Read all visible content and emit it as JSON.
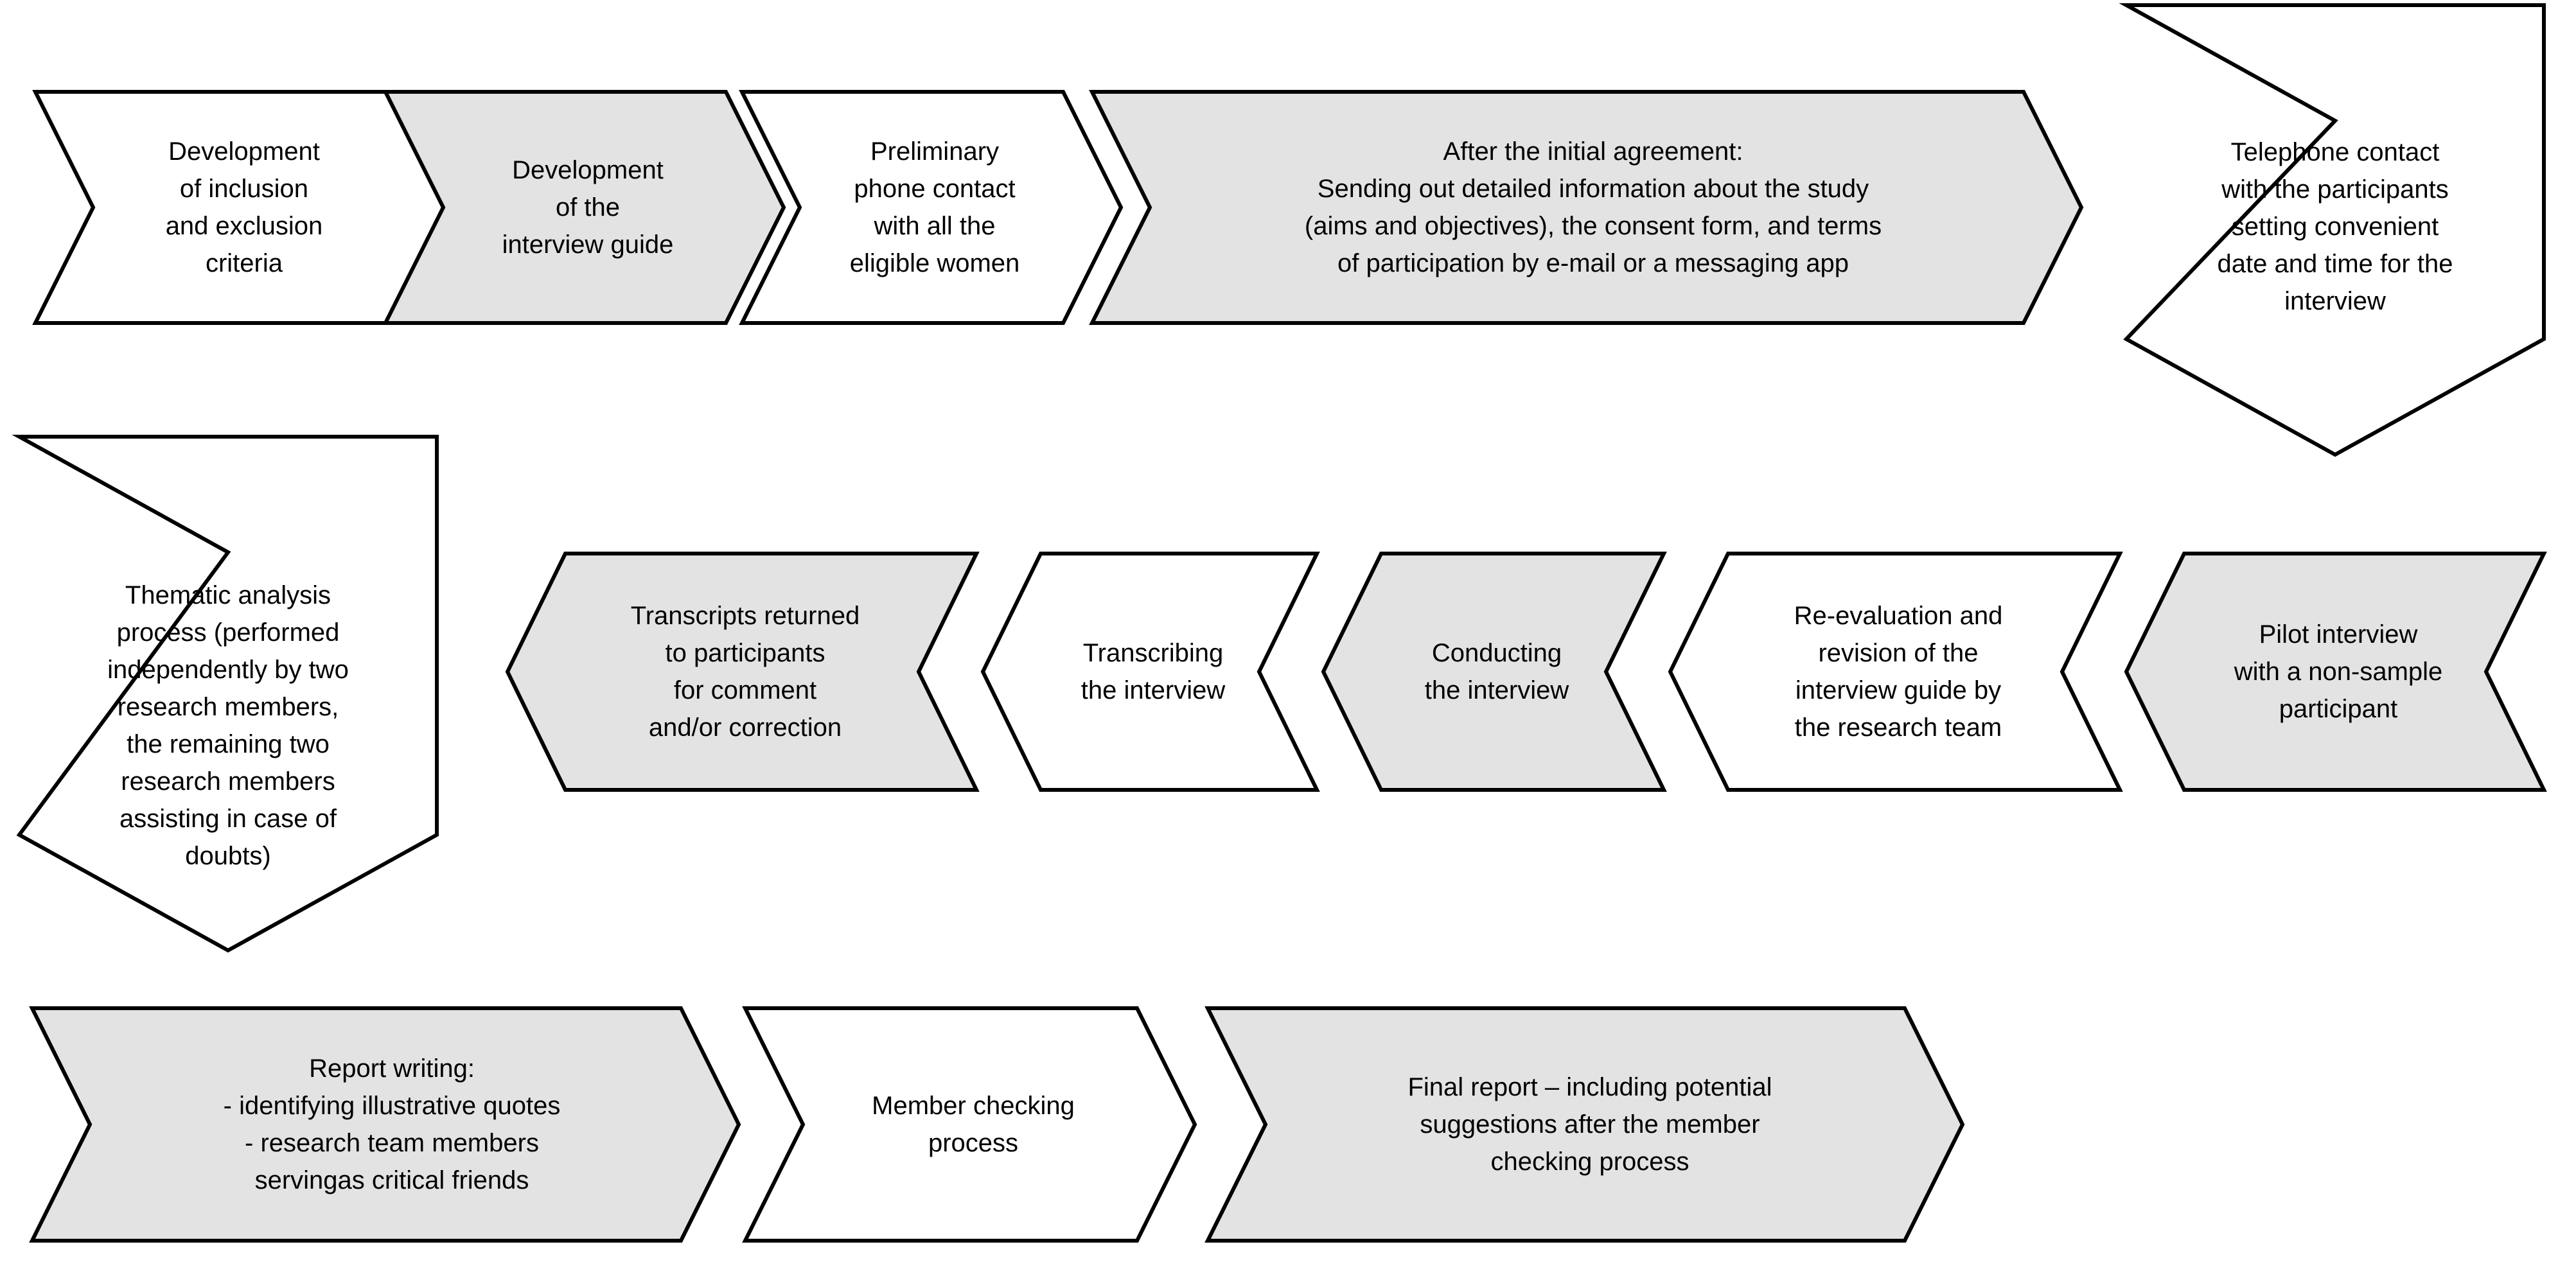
{
  "diagram": {
    "title": "Qualitative research process flowchart",
    "type": "process-flow-chevrons",
    "colors": {
      "fill_shaded": "#e3e3e3",
      "fill_plain": "#ffffff",
      "stroke": "#000000",
      "text": "#000000"
    },
    "rows": [
      {
        "id": "row-1",
        "direction": "left-to-right",
        "steps": [
          {
            "id": "step-1",
            "shade": "plain",
            "text": "Development\nof inclusion\nand exclusion\ncriteria"
          },
          {
            "id": "step-2",
            "shade": "shaded",
            "text": "Development\nof the\ninterview guide"
          },
          {
            "id": "step-3",
            "shade": "plain",
            "text": "Preliminary\nphone contact\nwith all the\neligible women"
          },
          {
            "id": "step-4",
            "shade": "shaded",
            "text": "After the initial agreement:\nSending out detailed information about the study\n(aims and objectives), the consent form, and terms\nof participation by e-mail or a messaging app"
          }
        ]
      },
      {
        "id": "row-1-connector-down",
        "direction": "top-to-bottom",
        "steps": [
          {
            "id": "step-5",
            "shade": "plain",
            "text": "Telephone contact\nwith the participants\nsetting convenient\ndate and time for the\ninterview"
          }
        ]
      },
      {
        "id": "row-2",
        "direction": "right-to-left",
        "steps": [
          {
            "id": "step-6",
            "shade": "shaded",
            "text": "Pilot interview\nwith a non-sample\nparticipant"
          },
          {
            "id": "step-7",
            "shade": "plain",
            "text": "Re-evaluation and\nrevision of the\ninterview guide by\nthe research team"
          },
          {
            "id": "step-8",
            "shade": "shaded",
            "text": "Conducting\nthe interview"
          },
          {
            "id": "step-9",
            "shade": "plain",
            "text": "Transcribing\nthe interview"
          },
          {
            "id": "step-10",
            "shade": "shaded",
            "text": "Transcripts returned\nto participants\nfor comment\nand/or correction"
          }
        ]
      },
      {
        "id": "row-2-connector-down",
        "direction": "top-to-bottom",
        "steps": [
          {
            "id": "step-11",
            "shade": "plain",
            "text": "Thematic analysis\nprocess (performed\nindependently by two\nresearch members,\nthe remaining two\nresearch members\nassisting in case of\ndoubts)"
          }
        ]
      },
      {
        "id": "row-3",
        "direction": "left-to-right",
        "steps": [
          {
            "id": "step-12",
            "shade": "shaded",
            "text": "Report writing:\n- identifying illustrative quotes\n- research team members\nservingas critical friends"
          },
          {
            "id": "step-13",
            "shade": "plain",
            "text": "Member checking\nprocess"
          },
          {
            "id": "step-14",
            "shade": "shaded",
            "text": "Final report – including potential\nsuggestions after the member\nchecking process"
          }
        ]
      }
    ]
  }
}
